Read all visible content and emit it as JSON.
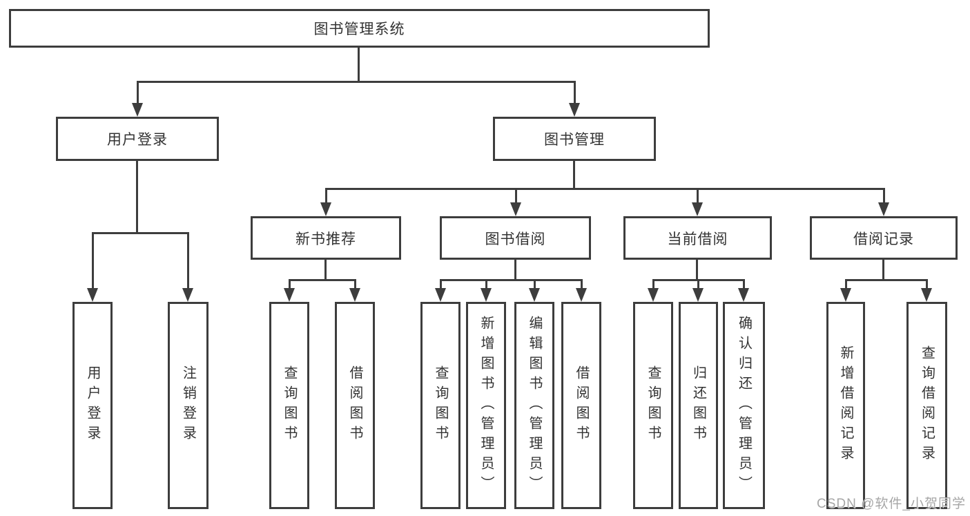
{
  "diagram": {
    "root": {
      "label": "图书管理系统"
    },
    "branches": [
      {
        "label": "用户登录",
        "leaves": [
          {
            "label": "用户登录"
          },
          {
            "label": "注销登录"
          }
        ]
      },
      {
        "label": "图书管理",
        "children": [
          {
            "label": "新书推荐",
            "leaves": [
              {
                "label": "查询图书"
              },
              {
                "label": "借阅图书"
              }
            ]
          },
          {
            "label": "图书借阅",
            "leaves": [
              {
                "label": "查询图书"
              },
              {
                "label": "新增图书（管理员）"
              },
              {
                "label": "编辑图书（管理员）"
              },
              {
                "label": "借阅图书"
              }
            ]
          },
          {
            "label": "当前借阅",
            "leaves": [
              {
                "label": "查询图书"
              },
              {
                "label": "归还图书"
              },
              {
                "label": "确认归还（管理员）"
              }
            ]
          },
          {
            "label": "借阅记录",
            "leaves": [
              {
                "label": "新增借阅记录"
              },
              {
                "label": "查询借阅记录"
              }
            ]
          }
        ]
      }
    ],
    "watermark": "CSDN @软件_小贺同学",
    "colors": {
      "line": "#3d3d3d",
      "text": "#333333",
      "watermark": "#a6a6a6",
      "background": "#ffffff"
    }
  }
}
